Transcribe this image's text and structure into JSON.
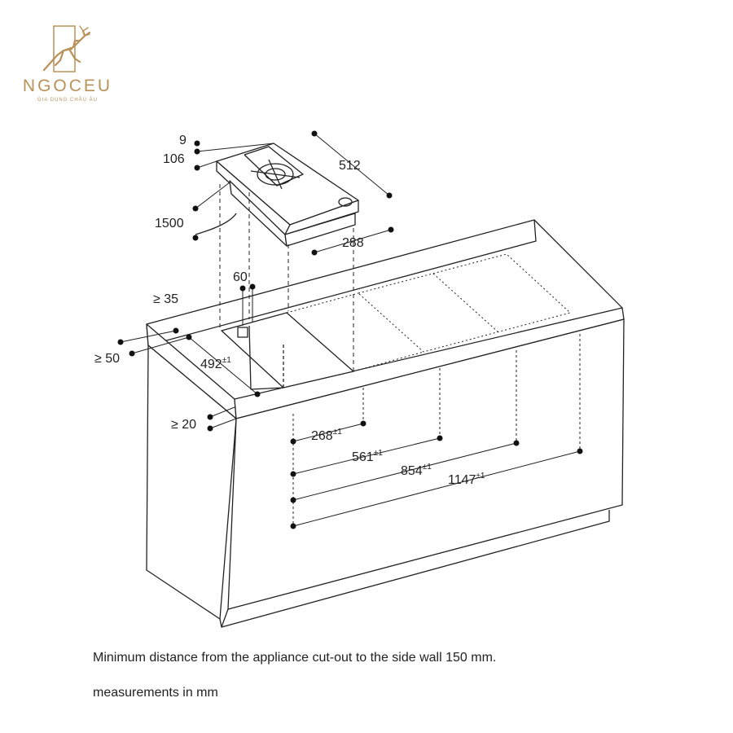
{
  "logo": {
    "brand": "NGOCEU",
    "tagline": "GIA DỤNG CHÂU ÂU",
    "icon": "deer-emblem",
    "color": "#b8925a"
  },
  "dimensions": {
    "hob_depth_edge": "9",
    "hob_height": "106",
    "hob_width": "512",
    "cable_length": "1500",
    "hob_depth": "288",
    "cutout_offset": "60",
    "back_edge_min": "≥ 35",
    "side_min": "≥ 50",
    "cutout_depth": "492",
    "front_min": "≥ 20",
    "pos_1": "268",
    "pos_2": "561",
    "pos_3": "854",
    "pos_4": "1147",
    "tolerance": "±1"
  },
  "notes": {
    "line1": "Minimum distance from the appliance cut-out to the side wall 150 mm.",
    "line2": "measurements in mm"
  }
}
